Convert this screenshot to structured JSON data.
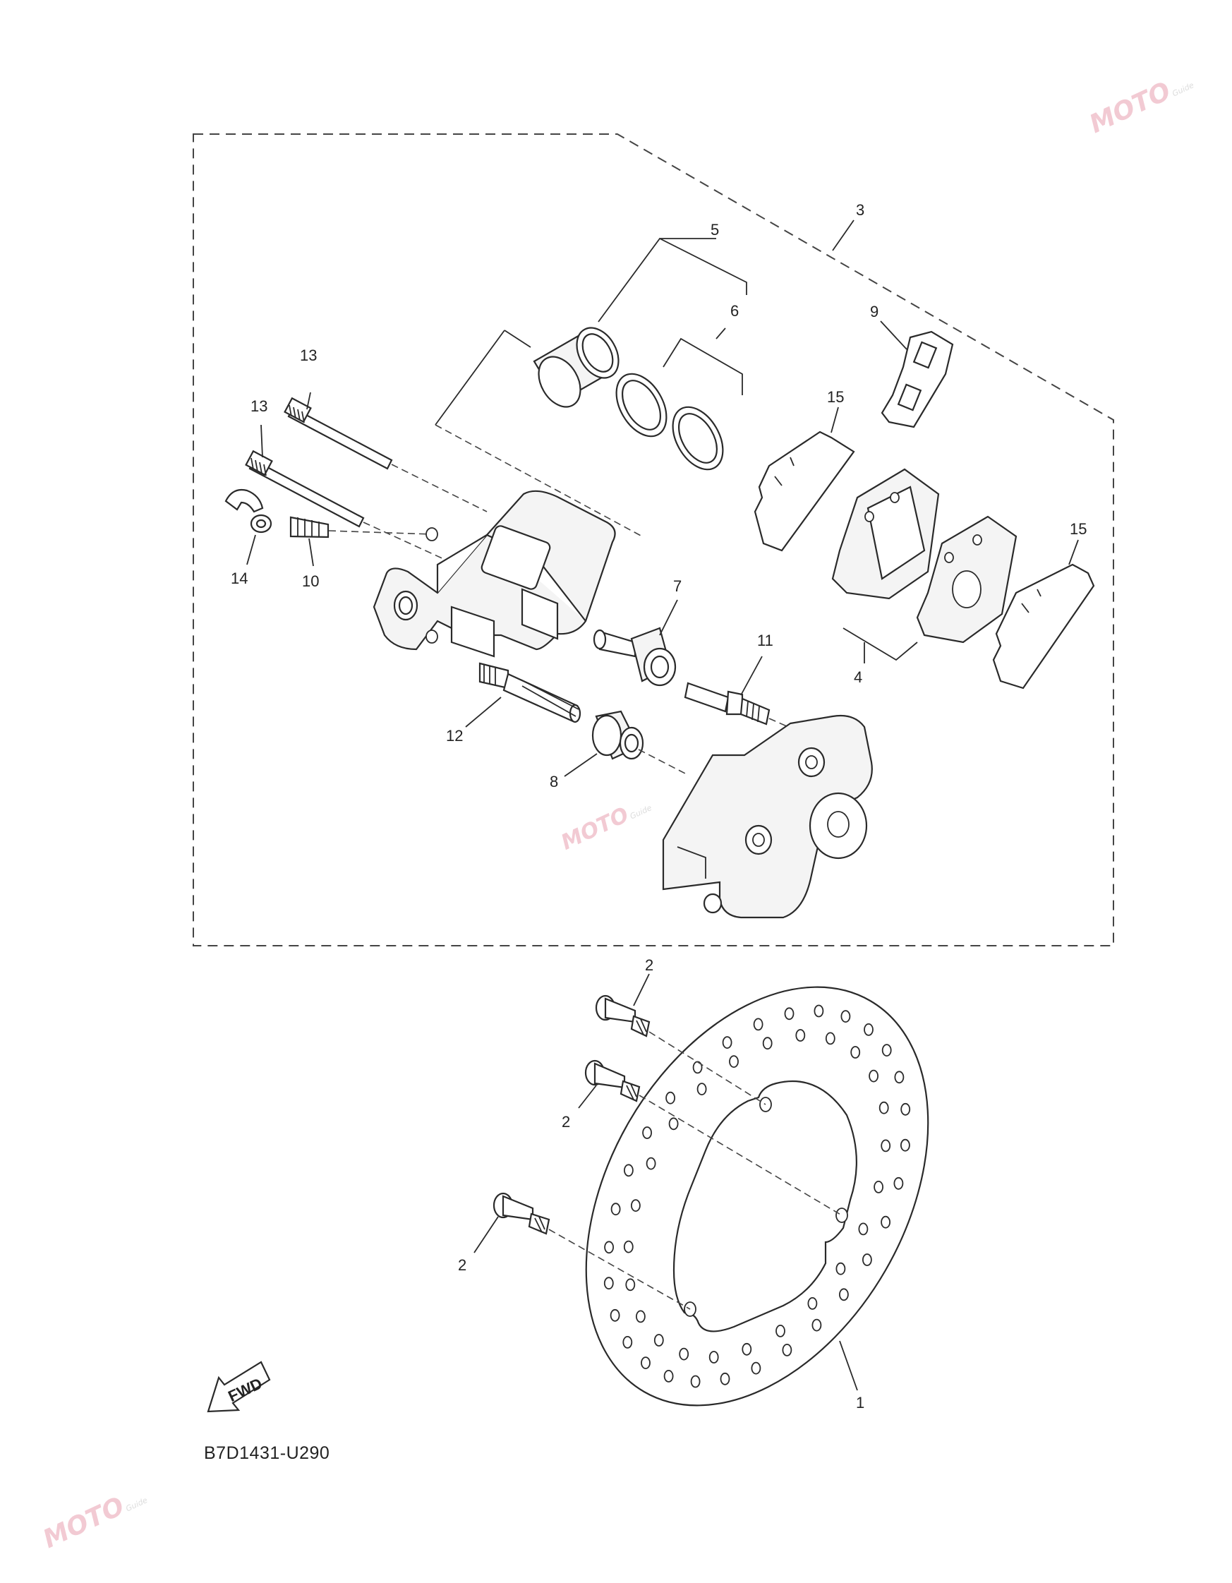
{
  "diagram_code": "B7D1431-U290",
  "fwd_label": "FWD",
  "watermark": {
    "text": "MOTO",
    "sub": "Guide"
  },
  "callouts": {
    "c1": "1",
    "c2a": "2",
    "c2b": "2",
    "c2c": "2",
    "c3": "3",
    "c4": "4",
    "c5": "5",
    "c6": "6",
    "c7": "7",
    "c8": "8",
    "c9": "9",
    "c10": "10",
    "c11": "11",
    "c12": "12",
    "c13a": "13",
    "c13b": "13",
    "c14": "14",
    "c15a": "15",
    "c15b": "15"
  },
  "icons": {
    "fwd": "fwd-arrow-icon",
    "watermark": "moto-guide-logo"
  }
}
